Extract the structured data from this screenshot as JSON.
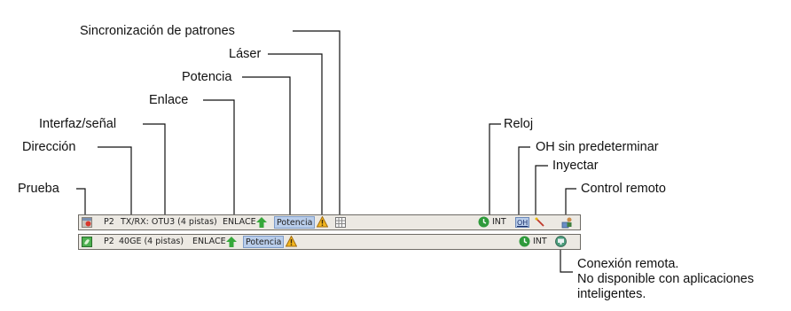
{
  "callouts": {
    "sync": "Sincronización de patrones",
    "laser": "Láser",
    "potencia": "Potencia",
    "enlace": "Enlace",
    "interfaz": "Interfaz/señal",
    "direccion": "Dirección",
    "prueba": "Prueba",
    "reloj": "Reloj",
    "oh": "OH sin predeterminar",
    "inyectar": "Inyectar",
    "control": "Control remoto",
    "conexion_1": "Conexión remota.",
    "conexion_2": "No disponible con aplicaciones",
    "conexion_3": "inteligentes."
  },
  "bar1": {
    "direction": "P2",
    "interface": "TX/RX: OTU3 (4 pistas)",
    "link": "ENLACE",
    "power": "Potencia",
    "clock": "INT",
    "oh": "OH"
  },
  "bar2": {
    "direction": "P2",
    "interface": "40GE (4 pistas)",
    "link": "ENLACE",
    "power": "Potencia",
    "clock": "INT"
  },
  "colors": {
    "link_arrow": "#36a83a",
    "power_highlight": "#b9cdea",
    "warning": "#f2b51e",
    "clock_green": "#2f9a3c",
    "bar_bg": "#ece9e3"
  },
  "icons": {
    "test": "test-icon",
    "link": "arrow-up-icon",
    "laser": "warning-triangle-icon",
    "sync": "pattern-sync-icon",
    "clock": "clock-icon",
    "inject": "inject-wand-icon",
    "remote_control": "remote-control-icon",
    "remote_connection": "remote-connection-icon"
  }
}
